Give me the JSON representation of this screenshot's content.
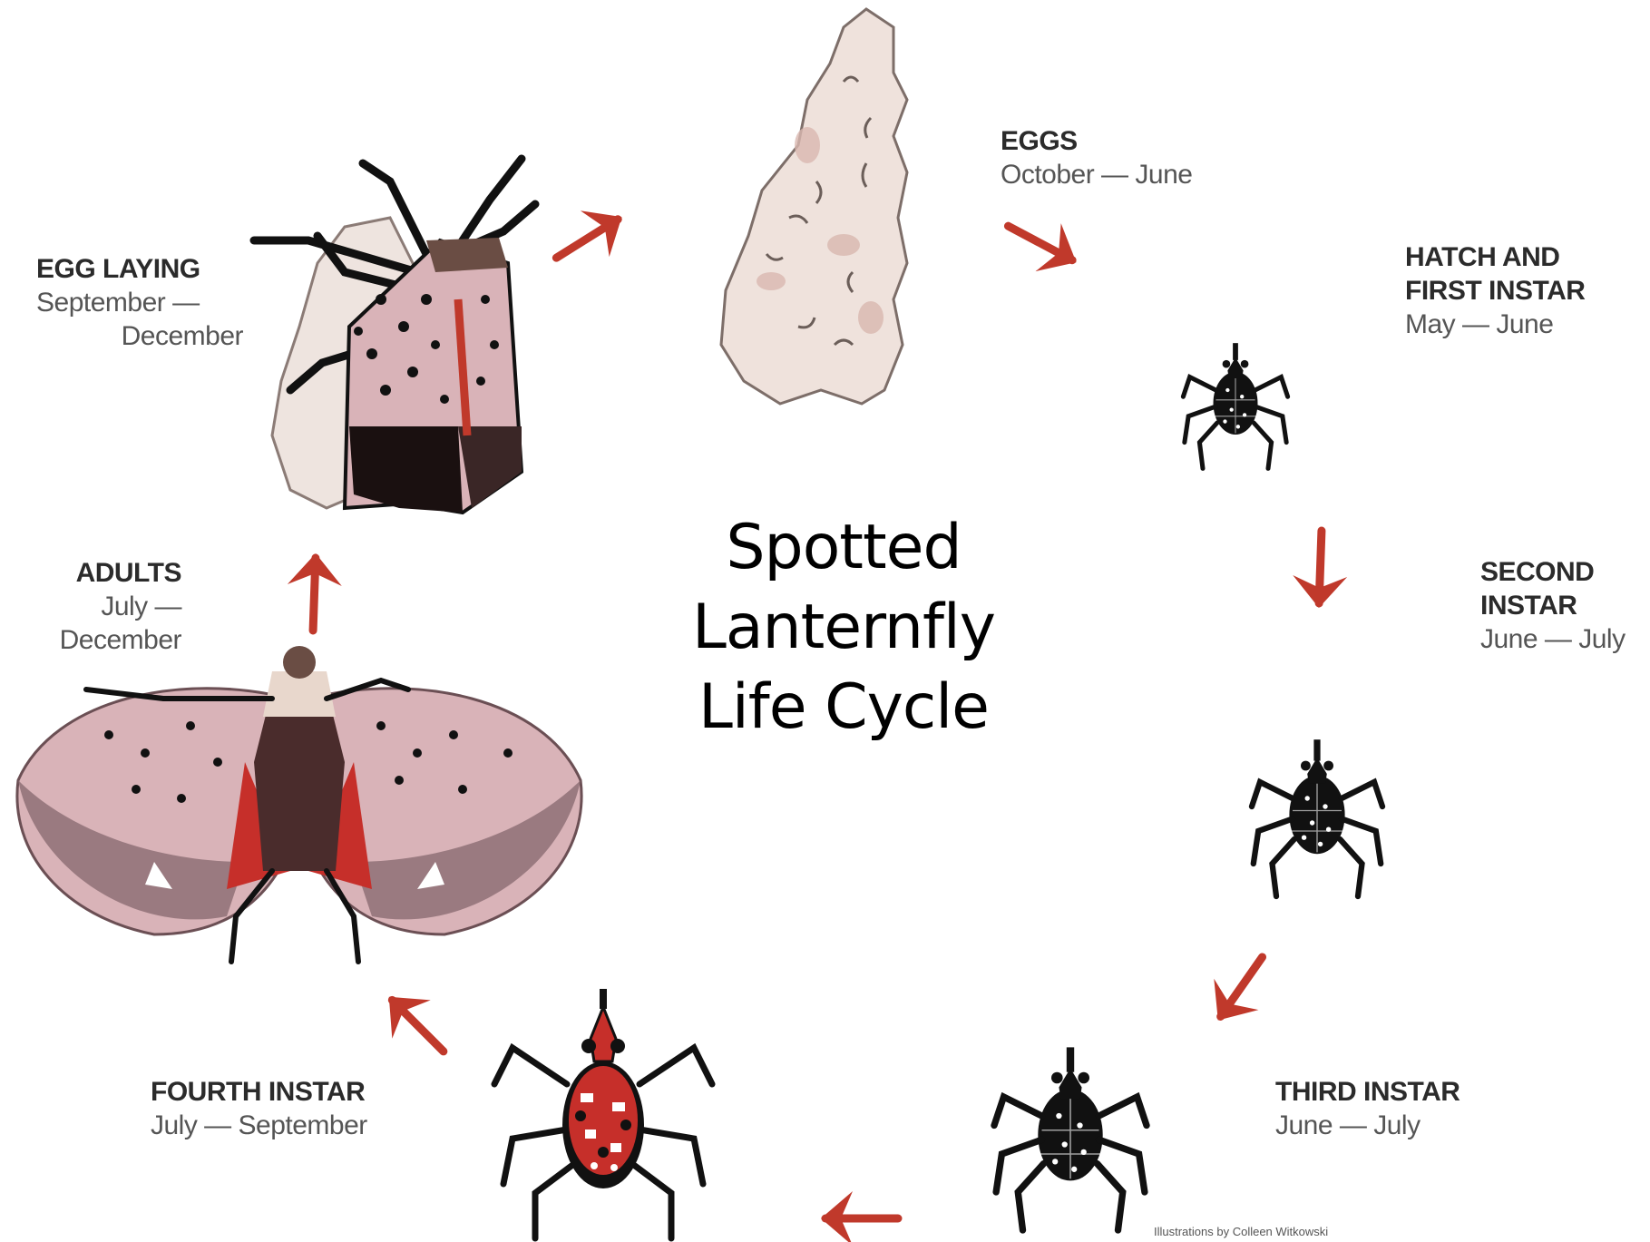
{
  "title": {
    "line1": "Spotted",
    "line2": "Lanternfly",
    "line3": "Life Cycle"
  },
  "stages": {
    "eggs": {
      "name": "EGGS",
      "dates": "October — June"
    },
    "first_instar": {
      "name_line1": "HATCH AND",
      "name_line2": "FIRST INSTAR",
      "dates": "May — June"
    },
    "second_instar": {
      "name_line1": "SECOND",
      "name_line2": "INSTAR",
      "dates": "June — July"
    },
    "third_instar": {
      "name": "THIRD INSTAR",
      "dates": "June — July"
    },
    "fourth_instar": {
      "name": "FOURTH INSTAR",
      "dates": "July — September"
    },
    "adults": {
      "name": "ADULTS",
      "dates_line1": "July —",
      "dates_line2": "December"
    },
    "egg_laying": {
      "name": "EGG LAYING",
      "dates_line1": "September —",
      "dates_line2": "December"
    }
  },
  "credit": "Illustrations by Colleen Witkowski",
  "colors": {
    "arrow": "#c0392b",
    "egg_mass": "#efe2dc",
    "adult_wing": "#d9b3b8",
    "nymph_red": "#c62f2a",
    "nymph_black": "#111111"
  },
  "icons": [
    "egg-mass-icon",
    "first-instar-nymph-icon",
    "second-instar-nymph-icon",
    "third-instar-nymph-icon",
    "fourth-instar-nymph-icon",
    "adult-lanternfly-icon",
    "egg-laying-lanternfly-icon",
    "cycle-arrow-icon"
  ]
}
